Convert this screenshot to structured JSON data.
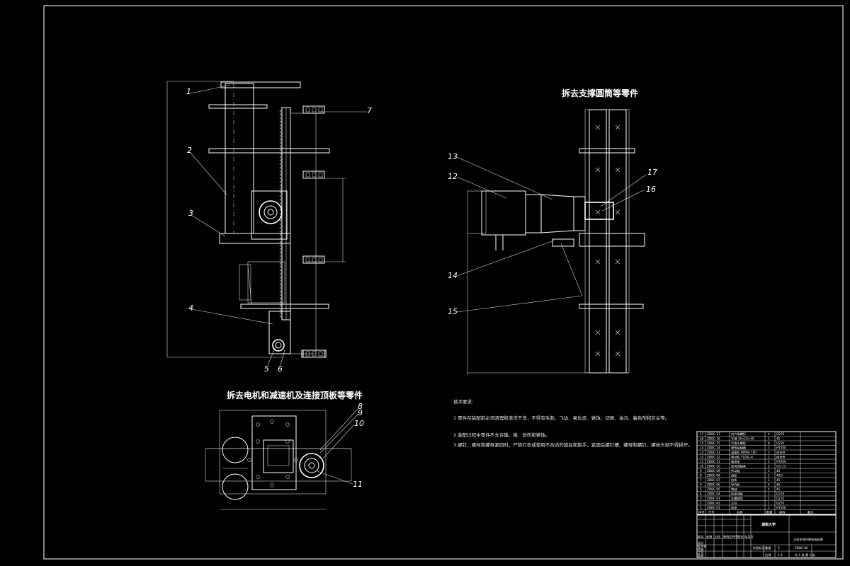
{
  "drawing": {
    "title_left": "拆去电机和减速机及连接顶板等零件",
    "title_right": "拆去支撑圆筒等零件",
    "labels_left": [
      "1",
      "2",
      "3",
      "4",
      "5",
      "6",
      "7"
    ],
    "labels_bottom": [
      "8",
      "9",
      "10",
      "11"
    ],
    "labels_right": [
      "12",
      "13",
      "14",
      "15",
      "16",
      "17"
    ]
  },
  "notes": {
    "heading": "技术要求:",
    "line1": "1.零件在装配前必须清理和清洗干净，不得有毛刺、飞边、氧化皮、锈蚀、切屑、油污、着色剂和灰尘等。",
    "line2": "2.装配过程中零件不允许磕、碰、划伤和锈蚀。",
    "line3": "3.螺钉、螺栓和螺母紧固时，严禁打击或使用不合适的旋具和扳手，紧固后螺钉槽、螺母和螺钉、螺栓头部不得损坏。"
  },
  "parts_table": {
    "rows": [
      {
        "code": "ZDBC-17",
        "name": "内六角螺钉",
        "qty": "4",
        "mat": "Q235"
      },
      {
        "code": "ZDBC-16",
        "name": "平键 16×10×40",
        "qty": "1",
        "mat": "45"
      },
      {
        "code": "ZDBC-15",
        "name": "六角头螺栓",
        "qty": "8",
        "mat": "Q235"
      },
      {
        "code": "ZDBC-14",
        "name": "弹性联轴器",
        "qty": "1",
        "mat": "HT200"
      },
      {
        "code": "ZDBC-13",
        "name": "减速机 WPDA 100",
        "qty": "1",
        "mat": "组合件"
      },
      {
        "code": "ZDBC-12",
        "name": "电动机 Y100L-4",
        "qty": "1",
        "mat": "组合件"
      },
      {
        "code": "ZDBC-11",
        "name": "轴承座",
        "qty": "2",
        "mat": "HT200"
      },
      {
        "code": "ZDBC-10",
        "name": "深沟球轴承",
        "qty": "2",
        "mat": "GCr15"
      },
      {
        "code": "ZDBC-09",
        "name": "传动轴",
        "qty": "1",
        "mat": "45"
      },
      {
        "code": "ZDBC-08",
        "name": "齿轮",
        "qty": "1",
        "mat": "40Cr"
      },
      {
        "code": "ZDBC-07",
        "name": "齿条",
        "qty": "1",
        "mat": "45"
      },
      {
        "code": "ZDBC-06",
        "name": "导向轮",
        "qty": "4",
        "mat": "45"
      },
      {
        "code": "ZDBC-05",
        "name": "销轴",
        "qty": "4",
        "mat": "45"
      },
      {
        "code": "ZDBC-04",
        "name": "连接顶板",
        "qty": "1",
        "mat": "Q235"
      },
      {
        "code": "ZDBC-03",
        "name": "支撑圆筒",
        "qty": "1",
        "mat": "Q235"
      },
      {
        "code": "ZDBC-02",
        "name": "立柱",
        "qty": "1",
        "mat": "Q235"
      },
      {
        "code": "ZDBC-01",
        "name": "底座",
        "qty": "1",
        "mat": "HT200"
      }
    ],
    "header": [
      "序号",
      "代号",
      "名称",
      "数量",
      "材料",
      "备注"
    ]
  },
  "title_block": {
    "school": "湖南大学",
    "drawing_name": "立体车库升降机拆卸图",
    "drawing_no": "ZDBC-00",
    "scale": "1:5",
    "sheet": "共 1 张 第 1 张",
    "stage_mark": "S",
    "cells": [
      "标记",
      "处数",
      "分区",
      "更改文件号",
      "签名",
      "年月日",
      "设计",
      "标准化",
      "审核",
      "工艺",
      "批准",
      "阶段标记",
      "重量",
      "比例"
    ]
  },
  "colors": {
    "background": "#000000",
    "line": "#ffffff"
  }
}
